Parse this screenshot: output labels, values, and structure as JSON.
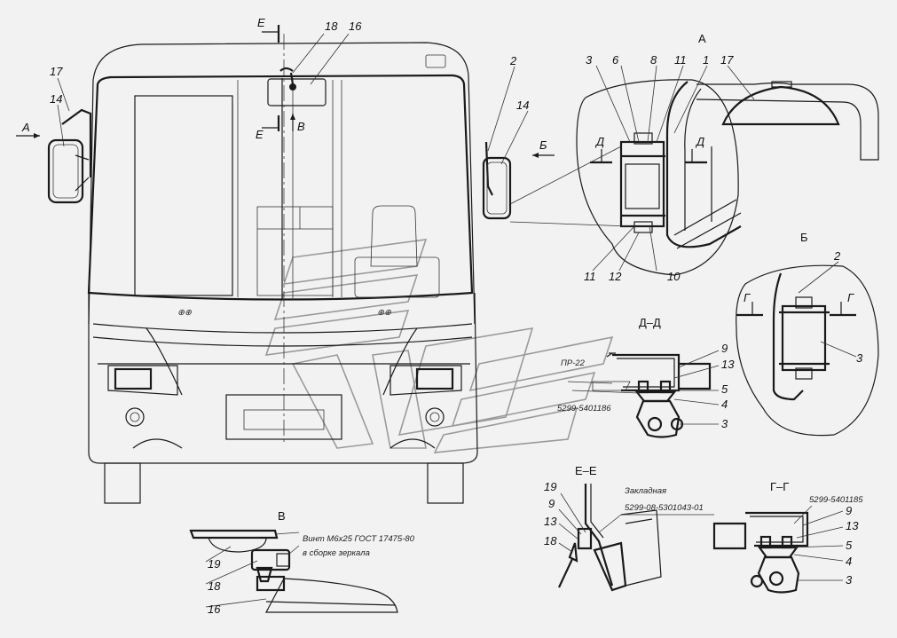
{
  "views": {
    "section_A": "А",
    "section_B_cyr": "Б",
    "section_DD": "Д–Д",
    "section_EE": "Е–Е",
    "section_GG": "Г–Г",
    "section_V": "В",
    "cut_E": "Е",
    "cut_D": "Д",
    "cut_G": "Г",
    "arrow_A": "А",
    "arrow_B": "Б",
    "arrow_V": "В"
  },
  "callouts": {
    "n1": "1",
    "n2": "2",
    "n3": "3",
    "n4": "4",
    "n5": "5",
    "n6": "6",
    "n8": "8",
    "n9": "9",
    "n10": "10",
    "n11": "11",
    "n12": "12",
    "n13": "13",
    "n14": "14",
    "n16": "16",
    "n17": "17",
    "n18": "18",
    "n19": "19"
  },
  "notes": {
    "pr22": "ПР-22",
    "part_5299_186": "5299-5401186",
    "part_5299_185": "5299-5401185",
    "zakladnaya": "Закладная",
    "zakladnaya_num": "5299-08-5301043-01",
    "vint": "Винт М6х25 ГОСТ 17475-80",
    "v_sborke": "в сборке зеркала"
  }
}
